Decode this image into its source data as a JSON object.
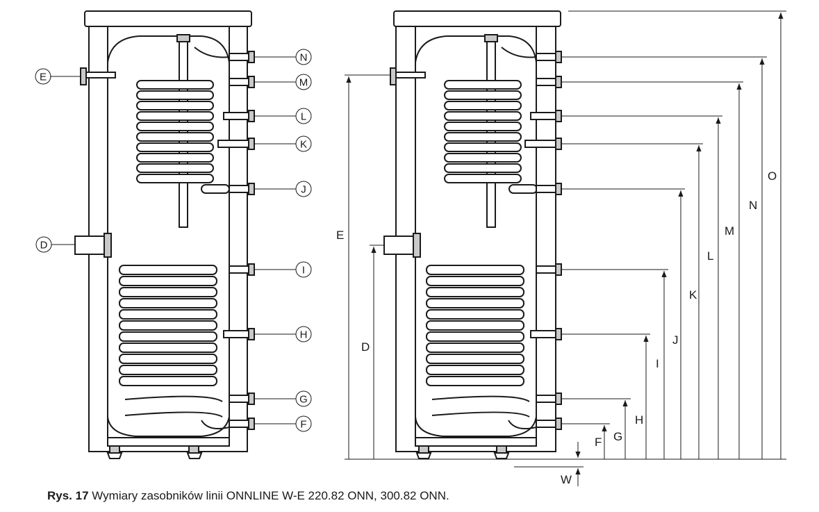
{
  "caption": {
    "figure_number": "Rys. 17",
    "text": "Wymiary zasobników linii ONNLINE W-E 220.82 ONN, 300.82 ONN."
  },
  "left_view": {
    "connection_labels": [
      "N",
      "M",
      "L",
      "K",
      "J",
      "I",
      "H",
      "G",
      "F"
    ],
    "side_labels": [
      "E",
      "D"
    ]
  },
  "right_view": {
    "dimension_labels": [
      "E",
      "D",
      "O",
      "N",
      "M",
      "L",
      "K",
      "J",
      "I",
      "H",
      "G",
      "F",
      "W"
    ]
  }
}
